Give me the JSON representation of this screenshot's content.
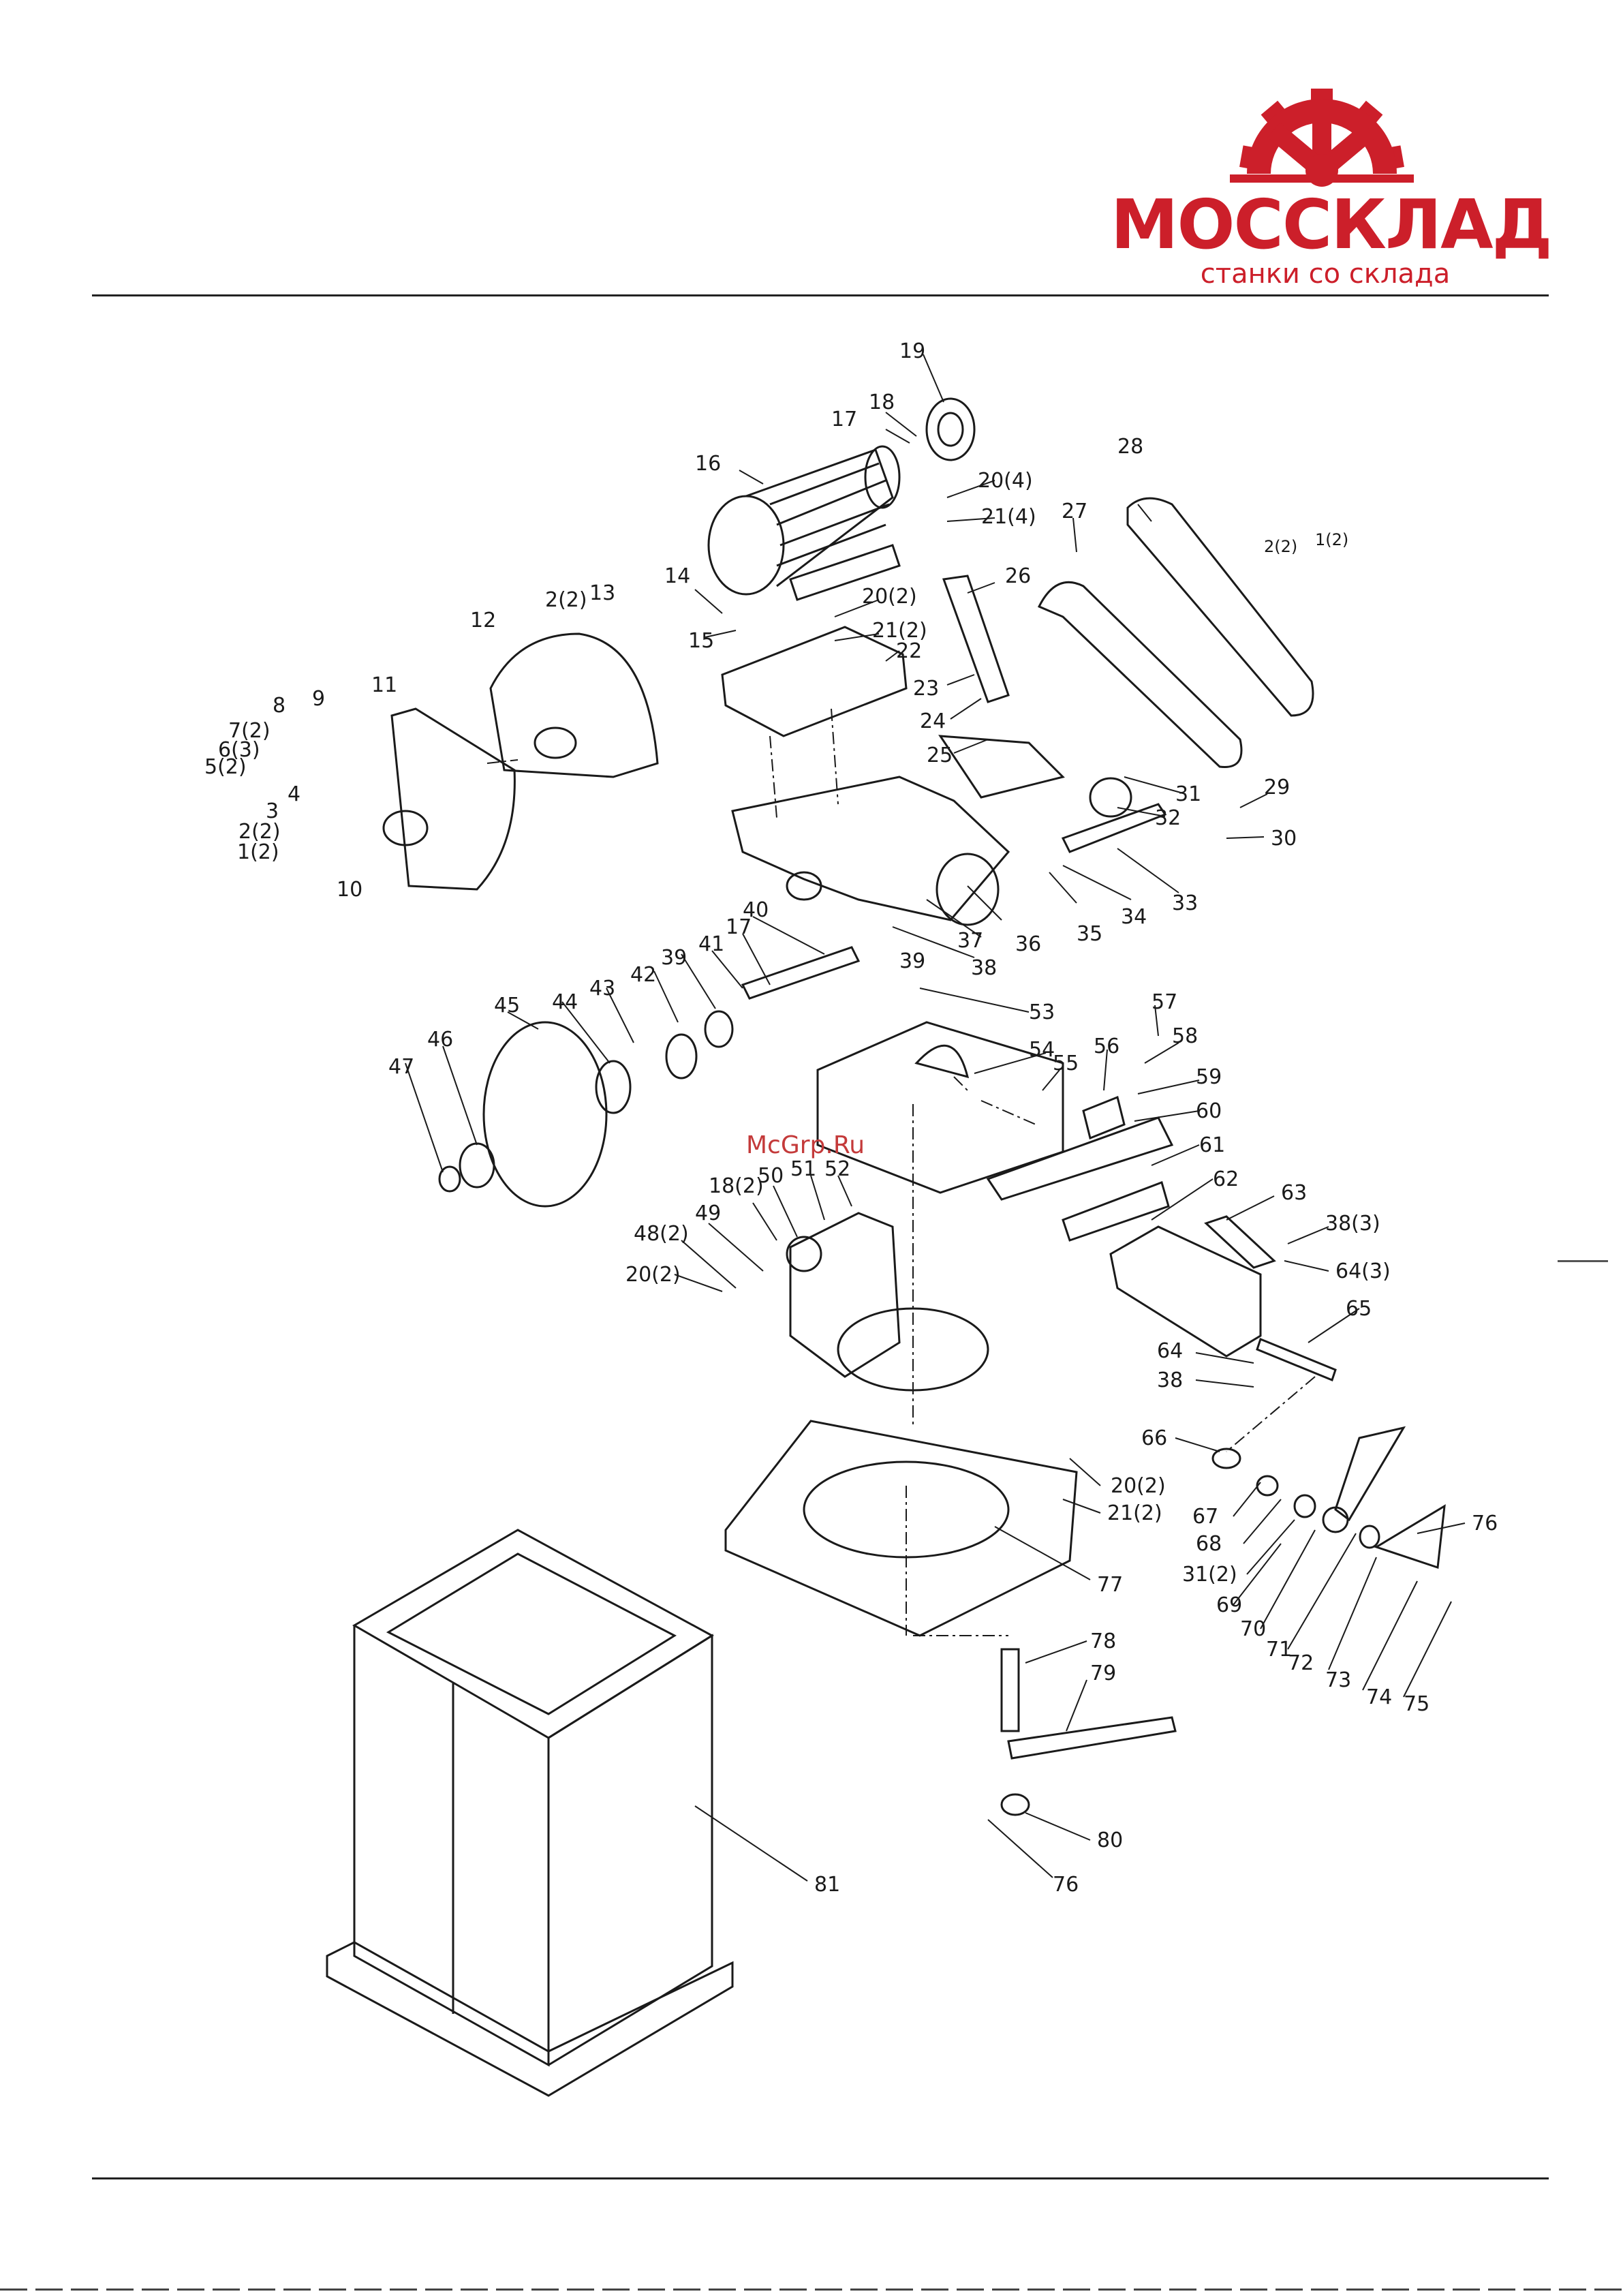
{
  "header": {
    "brand_name": "МОССКЛАД",
    "brand_tagline": "станки со склада",
    "brand_color": "#cc1f2a"
  },
  "watermark": "McGrp.Ru",
  "callouts": [
    {
      "id": "c1a",
      "text": "1(2)"
    },
    {
      "id": "c2a",
      "text": "2(2)"
    },
    {
      "id": "c3",
      "text": "3"
    },
    {
      "id": "c4",
      "text": "4"
    },
    {
      "id": "c5",
      "text": "5(2)"
    },
    {
      "id": "c6",
      "text": "6(3)"
    },
    {
      "id": "c7",
      "text": "7(2)"
    },
    {
      "id": "c8",
      "text": "8"
    },
    {
      "id": "c9",
      "text": "9"
    },
    {
      "id": "c10",
      "text": "10"
    },
    {
      "id": "c11",
      "text": "11"
    },
    {
      "id": "c12",
      "text": "12"
    },
    {
      "id": "c13",
      "text": "13"
    },
    {
      "id": "c2b",
      "text": "2(2)"
    },
    {
      "id": "c14",
      "text": "14"
    },
    {
      "id": "c15",
      "text": "15"
    },
    {
      "id": "c16",
      "text": "16"
    },
    {
      "id": "c17a",
      "text": "17"
    },
    {
      "id": "c18a",
      "text": "18"
    },
    {
      "id": "c19",
      "text": "19"
    },
    {
      "id": "c20a",
      "text": "20(4)"
    },
    {
      "id": "c21a",
      "text": "21(4)"
    },
    {
      "id": "c20b",
      "text": "20(2)"
    },
    {
      "id": "c21b",
      "text": "21(2)"
    },
    {
      "id": "c22",
      "text": "22"
    },
    {
      "id": "c23",
      "text": "23"
    },
    {
      "id": "c24",
      "text": "24"
    },
    {
      "id": "c25",
      "text": "25"
    },
    {
      "id": "c26",
      "text": "26"
    },
    {
      "id": "c27",
      "text": "27"
    },
    {
      "id": "c28",
      "text": "28"
    },
    {
      "id": "c2c",
      "text": "2(2)"
    },
    {
      "id": "c1b",
      "text": "1(2)"
    },
    {
      "id": "c29",
      "text": "29"
    },
    {
      "id": "c30",
      "text": "30"
    },
    {
      "id": "c31a",
      "text": "31"
    },
    {
      "id": "c32",
      "text": "32"
    },
    {
      "id": "c33",
      "text": "33"
    },
    {
      "id": "c34",
      "text": "34"
    },
    {
      "id": "c35",
      "text": "35"
    },
    {
      "id": "c36",
      "text": "36"
    },
    {
      "id": "c37",
      "text": "37"
    },
    {
      "id": "c38a",
      "text": "38"
    },
    {
      "id": "c39a",
      "text": "39"
    },
    {
      "id": "c40",
      "text": "40"
    },
    {
      "id": "c17b",
      "text": "17"
    },
    {
      "id": "c41",
      "text": "41"
    },
    {
      "id": "c39b",
      "text": "39"
    },
    {
      "id": "c42",
      "text": "42"
    },
    {
      "id": "c43",
      "text": "43"
    },
    {
      "id": "c44",
      "text": "44"
    },
    {
      "id": "c45",
      "text": "45"
    },
    {
      "id": "c46",
      "text": "46"
    },
    {
      "id": "c47",
      "text": "47"
    },
    {
      "id": "c53",
      "text": "53"
    },
    {
      "id": "c54",
      "text": "54"
    },
    {
      "id": "c55",
      "text": "55"
    },
    {
      "id": "c56",
      "text": "56"
    },
    {
      "id": "c57",
      "text": "57"
    },
    {
      "id": "c58",
      "text": "58"
    },
    {
      "id": "c59",
      "text": "59"
    },
    {
      "id": "c60",
      "text": "60"
    },
    {
      "id": "c61",
      "text": "61"
    },
    {
      "id": "c62",
      "text": "62"
    },
    {
      "id": "c63",
      "text": "63"
    },
    {
      "id": "c38b",
      "text": "38(3)"
    },
    {
      "id": "c64a",
      "text": "64(3)"
    },
    {
      "id": "c65",
      "text": "65"
    },
    {
      "id": "c64b",
      "text": "64"
    },
    {
      "id": "c38c",
      "text": "38"
    },
    {
      "id": "c50",
      "text": "50"
    },
    {
      "id": "c51",
      "text": "51"
    },
    {
      "id": "c52",
      "text": "52"
    },
    {
      "id": "c18b",
      "text": "18(2)"
    },
    {
      "id": "c49",
      "text": "49"
    },
    {
      "id": "c48",
      "text": "48(2)"
    },
    {
      "id": "c20c",
      "text": "20(2)"
    },
    {
      "id": "c66",
      "text": "66"
    },
    {
      "id": "c67",
      "text": "67"
    },
    {
      "id": "c68",
      "text": "68"
    },
    {
      "id": "c31b",
      "text": "31(2)"
    },
    {
      "id": "c69",
      "text": "69"
    },
    {
      "id": "c70",
      "text": "70"
    },
    {
      "id": "c71",
      "text": "71"
    },
    {
      "id": "c72",
      "text": "72"
    },
    {
      "id": "c73",
      "text": "73"
    },
    {
      "id": "c74",
      "text": "74"
    },
    {
      "id": "c75",
      "text": "75"
    },
    {
      "id": "c76a",
      "text": "76"
    },
    {
      "id": "c20d",
      "text": "20(2)"
    },
    {
      "id": "c21c",
      "text": "21(2)"
    },
    {
      "id": "c77",
      "text": "77"
    },
    {
      "id": "c78",
      "text": "78"
    },
    {
      "id": "c79",
      "text": "79"
    },
    {
      "id": "c80",
      "text": "80"
    },
    {
      "id": "c76b",
      "text": "76"
    },
    {
      "id": "c81",
      "text": "81"
    }
  ]
}
